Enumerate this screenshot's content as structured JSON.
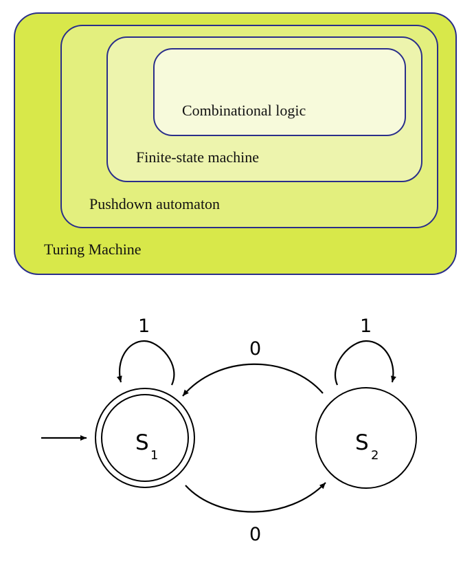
{
  "hierarchy": {
    "turing_machine": {
      "label": "Turing Machine",
      "fill": "#d8e84a",
      "border": "#2a2e8a"
    },
    "pushdown_automaton": {
      "label": "Pushdown automaton",
      "fill": "#e3ef7e",
      "border": "#2a2e8a"
    },
    "finite_state_machine": {
      "label": "Finite-state machine",
      "fill": "#edf4ad",
      "border": "#2a2e8a"
    },
    "combinational_logic": {
      "label": "Combinational logic",
      "fill": "#f7fadb",
      "border": "#2a2e8a"
    }
  },
  "fsm": {
    "states": [
      {
        "name": "S",
        "subscript": "1",
        "accepting": true,
        "start": true
      },
      {
        "name": "S",
        "subscript": "2",
        "accepting": false,
        "start": false
      }
    ],
    "transitions": {
      "s1_self": "1",
      "s2_self": "1",
      "s2_to_s1": "0",
      "s1_to_s2": "0"
    },
    "stroke_color": "#000000"
  }
}
